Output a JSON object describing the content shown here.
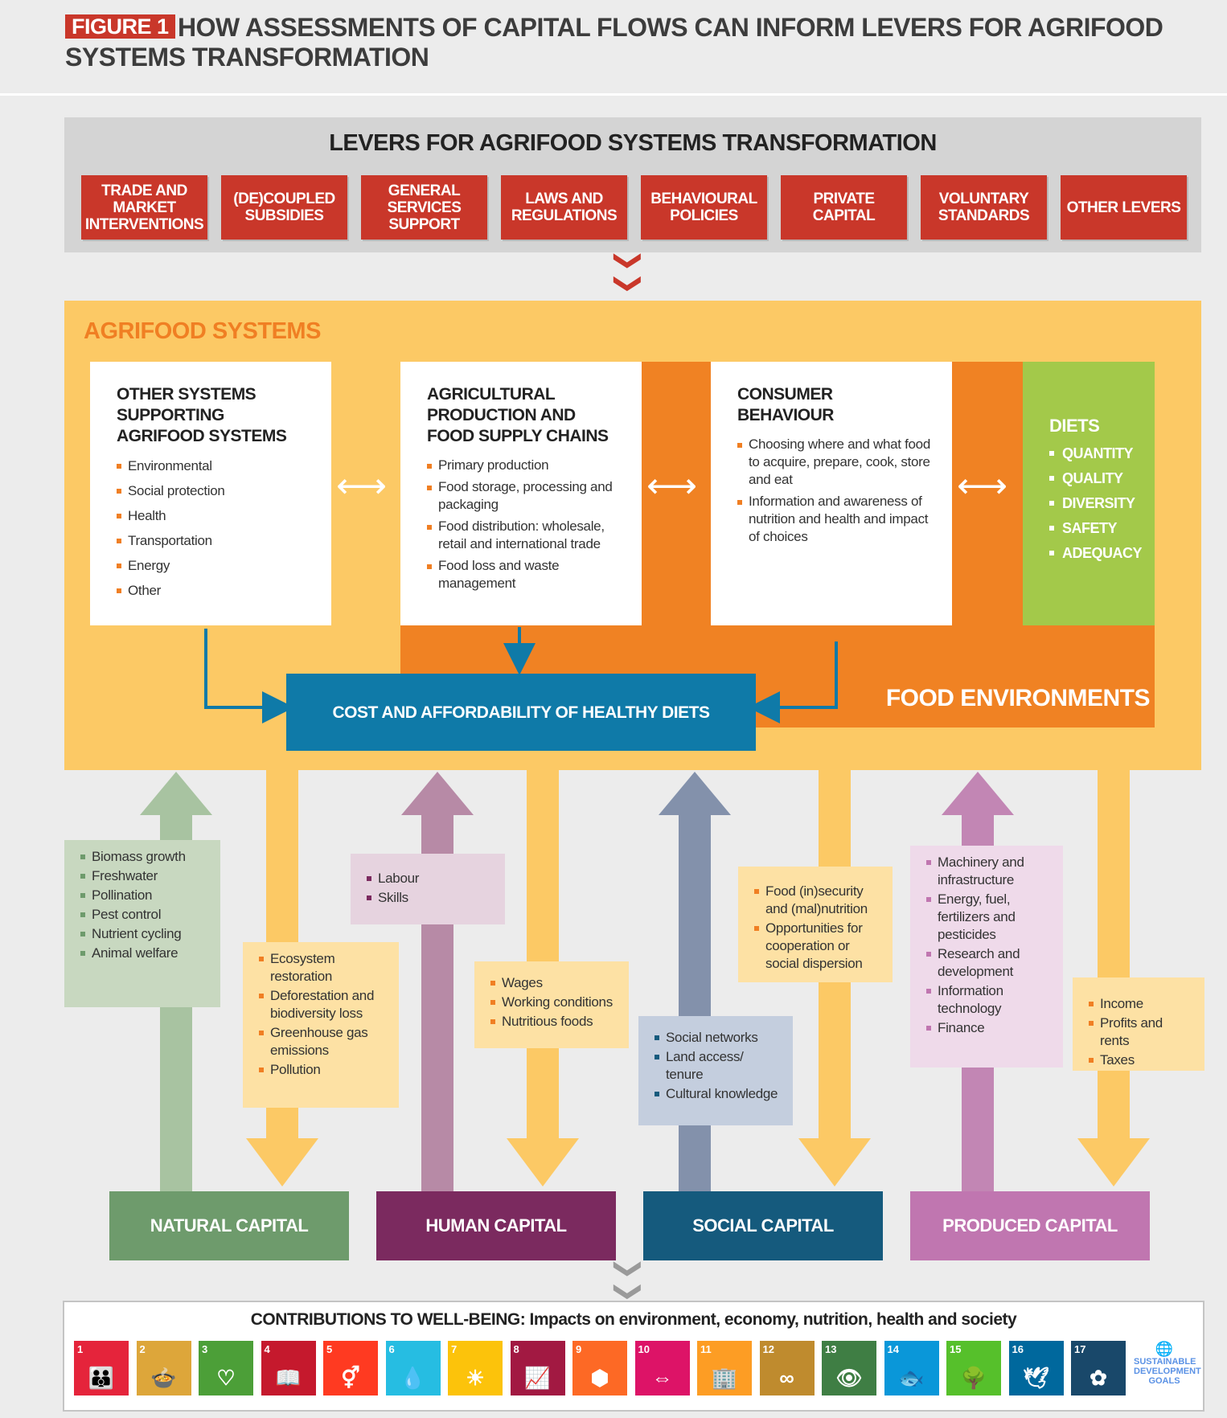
{
  "header": {
    "badge": "FIGURE 1",
    "title": "HOW ASSESSMENTS OF CAPITAL FLOWS CAN INFORM LEVERS FOR AGRIFOOD SYSTEMS TRANSFORMATION"
  },
  "levers": {
    "title": "LEVERS FOR AGRIFOOD SYSTEMS TRANSFORMATION",
    "items": [
      "TRADE AND MARKET INTERVENTIONS",
      "(DE)COUPLED SUBSIDIES",
      "GENERAL SERVICES SUPPORT",
      "LAWS AND REGULATIONS",
      "BEHAVIOURAL POLICIES",
      "PRIVATE CAPITAL",
      "VOLUNTARY STANDARDS",
      "OTHER LEVERS"
    ],
    "chevron": "❯❯"
  },
  "agrifood": {
    "title": "AGRIFOOD SYSTEMS",
    "other_systems": {
      "title": "OTHER SYSTEMS SUPPORTING AGRIFOOD SYSTEMS",
      "items": [
        "Environmental",
        "Social protection",
        "Health",
        "Transportation",
        "Energy",
        "Other"
      ]
    },
    "production": {
      "title": "AGRICULTURAL PRODUCTION AND FOOD SUPPLY CHAINS",
      "items": [
        "Primary production",
        "Food storage, processing and packaging",
        "Food distribution: wholesale, retail and international trade",
        "Food loss and waste management"
      ]
    },
    "consumer": {
      "title": "CONSUMER BEHAVIOUR",
      "items": [
        "Choosing where and what food to acquire, prepare, cook, store and eat",
        "Information and awareness of nutrition and health and impact of choices"
      ]
    },
    "diets": {
      "title": "DIETS",
      "items": [
        "QUANTITY",
        "QUALITY",
        "DIVERSITY",
        "SAFETY",
        "ADEQUACY"
      ]
    },
    "food_environments": "FOOD ENVIRONMENTS",
    "cost": "COST AND AFFORDABILITY OF HEALTHY DIETS",
    "double_arrow": "⟷"
  },
  "flows": {
    "natural_in": [
      "Biomass growth",
      "Freshwater",
      "Pollination",
      "Pest control",
      "Nutrient cycling",
      "Animal welfare"
    ],
    "natural_out": [
      "Ecosystem restoration",
      "Deforestation and biodiversity loss",
      "Greenhouse gas emissions",
      "Pollution"
    ],
    "human_in": [
      "Labour",
      "Skills"
    ],
    "human_out": [
      "Wages",
      "Working conditions",
      "Nutritious foods"
    ],
    "social_in": [
      "Social networks",
      "Land access/ tenure",
      "Cultural knowledge"
    ],
    "social_out": [
      "Food (in)security and (mal)nutrition",
      "Opportunities for cooperation or social dispersion"
    ],
    "produced_in": [
      "Machinery and infrastructure",
      "Energy, fuel, fertilizers and pesticides",
      "Research and development",
      "Information technology",
      "Finance"
    ],
    "produced_out": [
      "Income",
      "Profits and rents",
      "Taxes"
    ]
  },
  "capitals": {
    "natural": "NATURAL CAPITAL",
    "human": "HUMAN CAPITAL",
    "social": "SOCIAL CAPITAL",
    "produced": "PRODUCED CAPITAL"
  },
  "colors": {
    "red": "#c9372a",
    "orange": "#f08223",
    "yellow": "#fcc965",
    "green_diets": "#a3c94a",
    "blue_cost": "#0f7aa8",
    "natural": "#6e9b6c",
    "human": "#7b2a5f",
    "social": "#155a7d",
    "produced": "#c076b0"
  },
  "contributions": {
    "text": "CONTRIBUTIONS TO WELL-BEING: Impacts on environment, economy, nutrition, health and society",
    "sdgs": [
      {
        "n": "1",
        "color": "#e5243b",
        "icon": "👪"
      },
      {
        "n": "2",
        "color": "#dda63a",
        "icon": "🍲"
      },
      {
        "n": "3",
        "color": "#4c9f38",
        "icon": "♡"
      },
      {
        "n": "4",
        "color": "#c5192d",
        "icon": "📖"
      },
      {
        "n": "5",
        "color": "#ff3a21",
        "icon": "⚥"
      },
      {
        "n": "6",
        "color": "#26bde2",
        "icon": "💧"
      },
      {
        "n": "7",
        "color": "#fcc30b",
        "icon": "☀"
      },
      {
        "n": "8",
        "color": "#a21942",
        "icon": "📈"
      },
      {
        "n": "9",
        "color": "#fd6925",
        "icon": "⬢"
      },
      {
        "n": "10",
        "color": "#dd1367",
        "icon": "⇔"
      },
      {
        "n": "11",
        "color": "#fd9d24",
        "icon": "🏢"
      },
      {
        "n": "12",
        "color": "#bf8b2e",
        "icon": "∞"
      },
      {
        "n": "13",
        "color": "#3f7e44",
        "icon": "👁"
      },
      {
        "n": "14",
        "color": "#0a97d9",
        "icon": "🐟"
      },
      {
        "n": "15",
        "color": "#56c02b",
        "icon": "🌳"
      },
      {
        "n": "16",
        "color": "#00689d",
        "icon": "🕊"
      },
      {
        "n": "17",
        "color": "#19486a",
        "icon": "✿"
      }
    ],
    "sdg_logo": "SUSTAINABLE DEVELOPMENT GOALS"
  }
}
